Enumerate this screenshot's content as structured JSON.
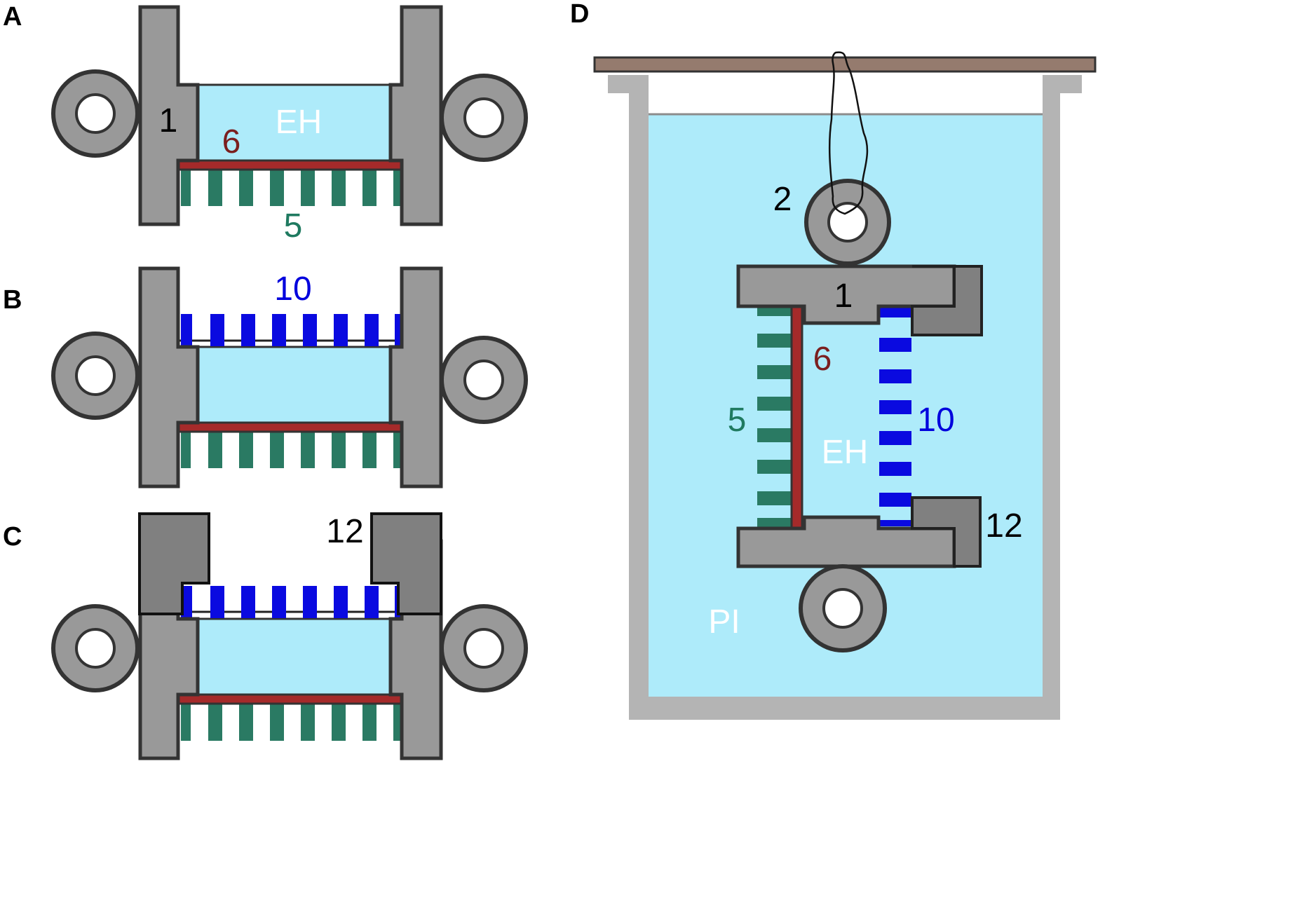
{
  "panels": {
    "a": "A",
    "b": "B",
    "c": "C",
    "d": "D"
  },
  "labels": {
    "frame": "1",
    "hook": "2",
    "pins": "5",
    "membrane": "6",
    "top_pins": "10",
    "clamp": "12",
    "eh": "EH",
    "pi": "PI"
  },
  "colors": {
    "frame": "#999999",
    "frame_dark": "#808080",
    "outline": "#333333",
    "liquid": "#aeebfa",
    "membrane": "#a52a2a",
    "pins_green": "#2a7a63",
    "pins_blue": "#0a0ae0",
    "beaker": "#b4b4b4",
    "lid": "#957b6e",
    "label_membrane": "#7b1f1f",
    "label_pins": "#1f7a60",
    "label_blue": "#0000dd",
    "label_white": "#ffffff"
  }
}
